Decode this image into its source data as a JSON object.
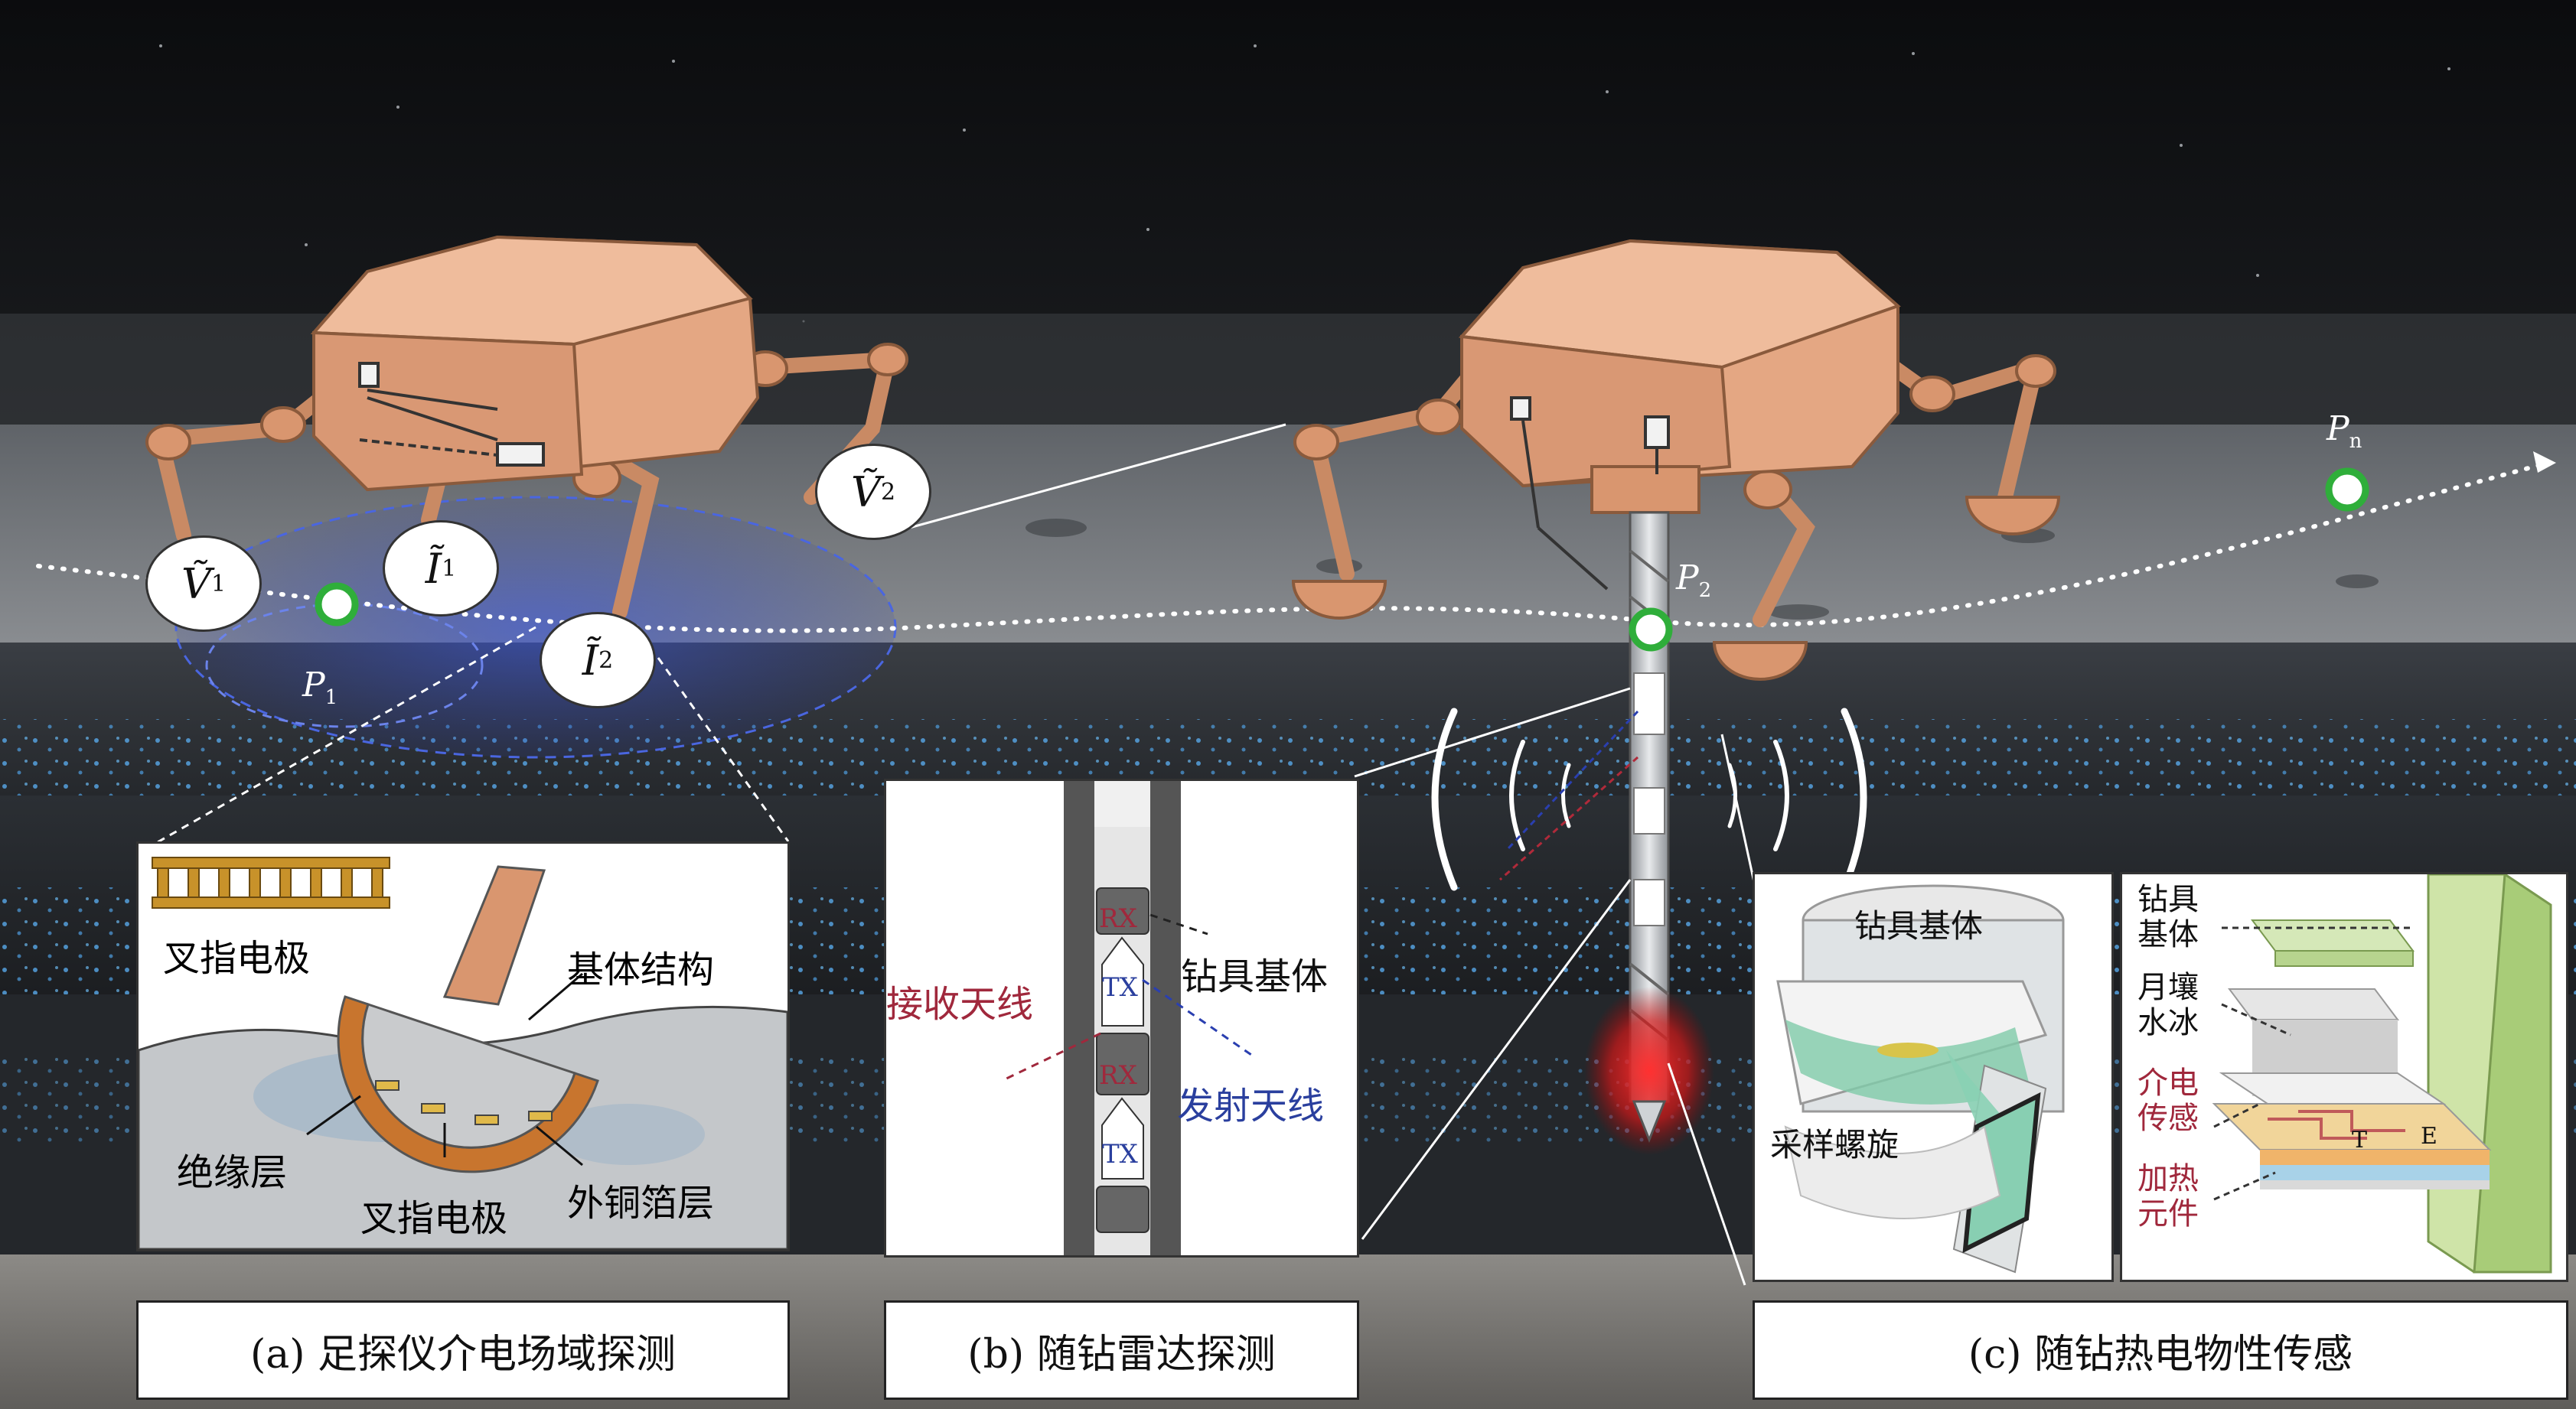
{
  "captions": {
    "a": "(a) 足探仪介电场域探测",
    "b": "(b) 随钻雷达探测",
    "c": "(c) 随钻热电物性传感"
  },
  "points": {
    "p1": {
      "main": "P",
      "sub": "1"
    },
    "p2": {
      "main": "P",
      "sub": "2"
    },
    "pn": {
      "main": "P",
      "sub": "n"
    }
  },
  "field_markers": {
    "v1": {
      "main": "Ṽ",
      "sub": "1"
    },
    "i1": {
      "main": "Ĩ",
      "sub": "1"
    },
    "v2": {
      "main": "Ṽ",
      "sub": "2"
    },
    "i2": {
      "main": "Ĩ",
      "sub": "2"
    }
  },
  "panel_a": {
    "interdigital_top": "叉指电极",
    "substrate": "基体结构",
    "insulation": "绝缘层",
    "interdigital_bottom": "叉指电极",
    "copper_foil": "外铜箔层"
  },
  "panel_b": {
    "rx_antenna": "接收天线",
    "tool_body": "钻具基体",
    "tx_antenna": "发射天线",
    "rx1": "RX",
    "tx1": "TX",
    "rx2": "RX",
    "tx2": "TX"
  },
  "panel_c": {
    "tool_body": "钻具基体",
    "sampling_auger": "采样螺旋",
    "tool_body_2": "钻具\n基体",
    "lunar_ice": "月壤\n水冰",
    "dielectric": "介电\n传感",
    "heater": "加热\n元件",
    "t": "T",
    "e": "E"
  },
  "colors": {
    "robot": "#e1a27d",
    "trajectory": "#ffffff",
    "point_ring": "#2fae3a",
    "red_label": "#a0283c",
    "blue_label": "#2a3f9e"
  }
}
